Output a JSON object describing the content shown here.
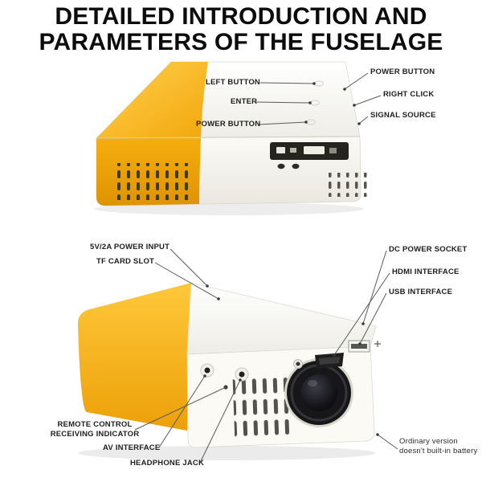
{
  "title": {
    "line1": "DETAILED INTRODUCTION AND",
    "line2": "PARAMETERS OF THE FUSELAGE"
  },
  "top_view": {
    "left_button": "LEFT BUTTON",
    "enter": "ENTER",
    "power_button_left": "POWER BUTTON",
    "power_button_right": "POWER BUTTON",
    "right_click": "RIGHT CLICK",
    "signal_source": "SIGNAL SOURCE"
  },
  "bottom_view": {
    "power_input": "5V/2A POWER INPUT",
    "tf_card": "TF CARD SLOT",
    "dc_power": "DC POWER SOCKET",
    "hdmi": "HDMI INTERFACE",
    "usb": "USB INTERFACE",
    "remote": "REMOTE CONTROL RECEIVING INDICATOR",
    "av": "AV INTERFACE",
    "headphone": "HEADPHONE JACK",
    "battery_note": "Ordinary version doesn't built-in battery"
  },
  "colors": {
    "yellow": "#F7B500",
    "yellow_dark": "#E09400",
    "body_white": "#FBFAF5",
    "port_dark": "#26241F",
    "title_text": "#0C0C0C",
    "label_text": "#1E1E1E",
    "leader_line": "#5A5A5A"
  }
}
